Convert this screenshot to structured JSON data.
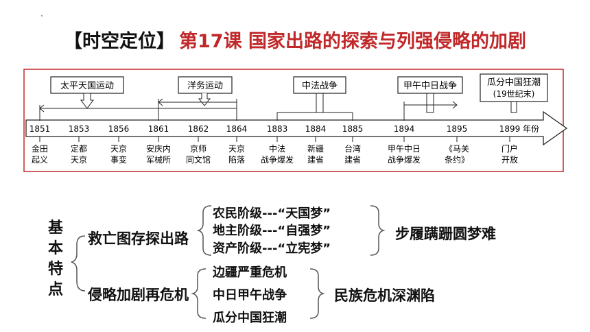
{
  "title": {
    "bracket": "【时空定位】",
    "lesson": "第17课 国家出路的探索与列强侵略的加剧"
  },
  "timeline": {
    "years": [
      "1851",
      "1853",
      "1856",
      "1861",
      "1862",
      "1864",
      "1883",
      "1884",
      "1885",
      "1894",
      "1895",
      "1899"
    ],
    "axis_unit": "年份",
    "events": [
      [
        "金田",
        "起义"
      ],
      [
        "定都",
        "天京"
      ],
      [
        "天京",
        "事变"
      ],
      [
        "安庆内",
        "军械所"
      ],
      [
        "京师",
        "同文馆"
      ],
      [
        "天京",
        "陷落"
      ],
      [
        "中法",
        "战争爆发"
      ],
      [
        "新疆",
        "建省"
      ],
      [
        "台湾",
        "建省"
      ],
      [
        "甲午中日",
        "战争爆发"
      ],
      [
        "《马关",
        "条约》"
      ],
      [
        "门户",
        "开放"
      ]
    ],
    "periods": [
      {
        "label": "太平天国运动"
      },
      {
        "label": "洋务运动"
      },
      {
        "label": "中法战争"
      },
      {
        "label": "甲午中日战争"
      },
      {
        "label": "瓜分中国狂潮",
        "sub": "(19世纪末)"
      }
    ]
  },
  "summary": {
    "vertical_label": [
      "基",
      "本",
      "特",
      "点"
    ],
    "branch1": {
      "label": "救亡图存探出路",
      "items": [
        "农民阶级---“天国梦”",
        "地主阶级---“自强梦”",
        "资产阶级---“立宪梦”"
      ],
      "conclusion": "步履蹒跚圆梦难"
    },
    "branch2": {
      "label": "侵略加剧再危机",
      "items": [
        "边疆严重危机",
        "中日甲午战争",
        "瓜分中国狂潮"
      ],
      "conclusion": "民族危机深渊陷"
    }
  }
}
